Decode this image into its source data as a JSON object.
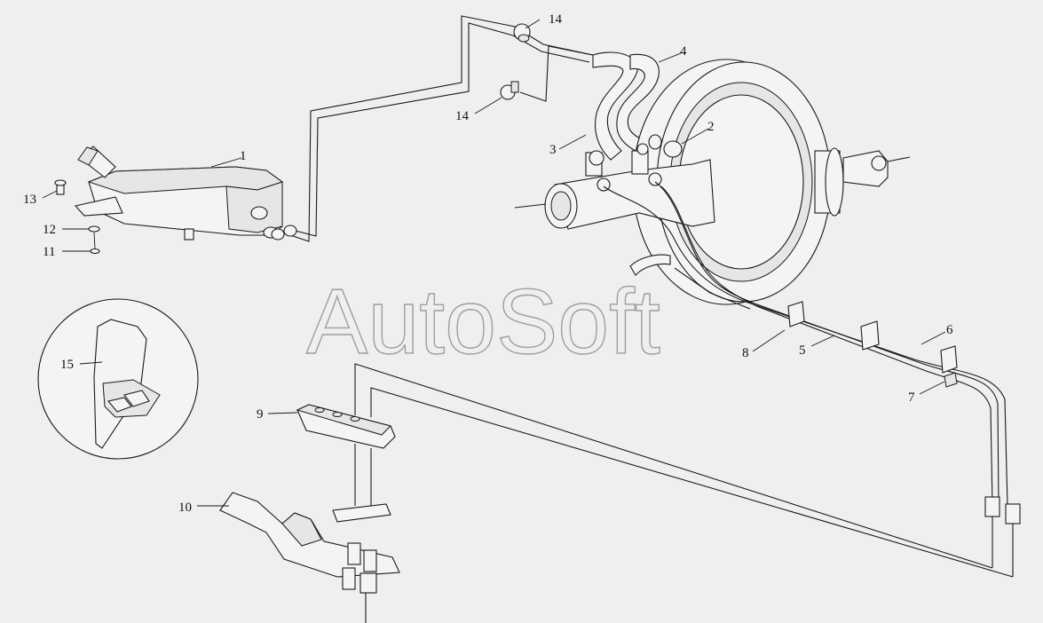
{
  "watermark": "AutoSoft",
  "callouts": {
    "c1": "1",
    "c2": "2",
    "c3": "3",
    "c4": "4",
    "c5": "5",
    "c6": "6",
    "c7": "7",
    "c8": "8",
    "c9": "9",
    "c10": "10",
    "c11": "11",
    "c12": "12",
    "c13": "13",
    "c14a": "14",
    "c14b": "14",
    "c15": "15"
  }
}
